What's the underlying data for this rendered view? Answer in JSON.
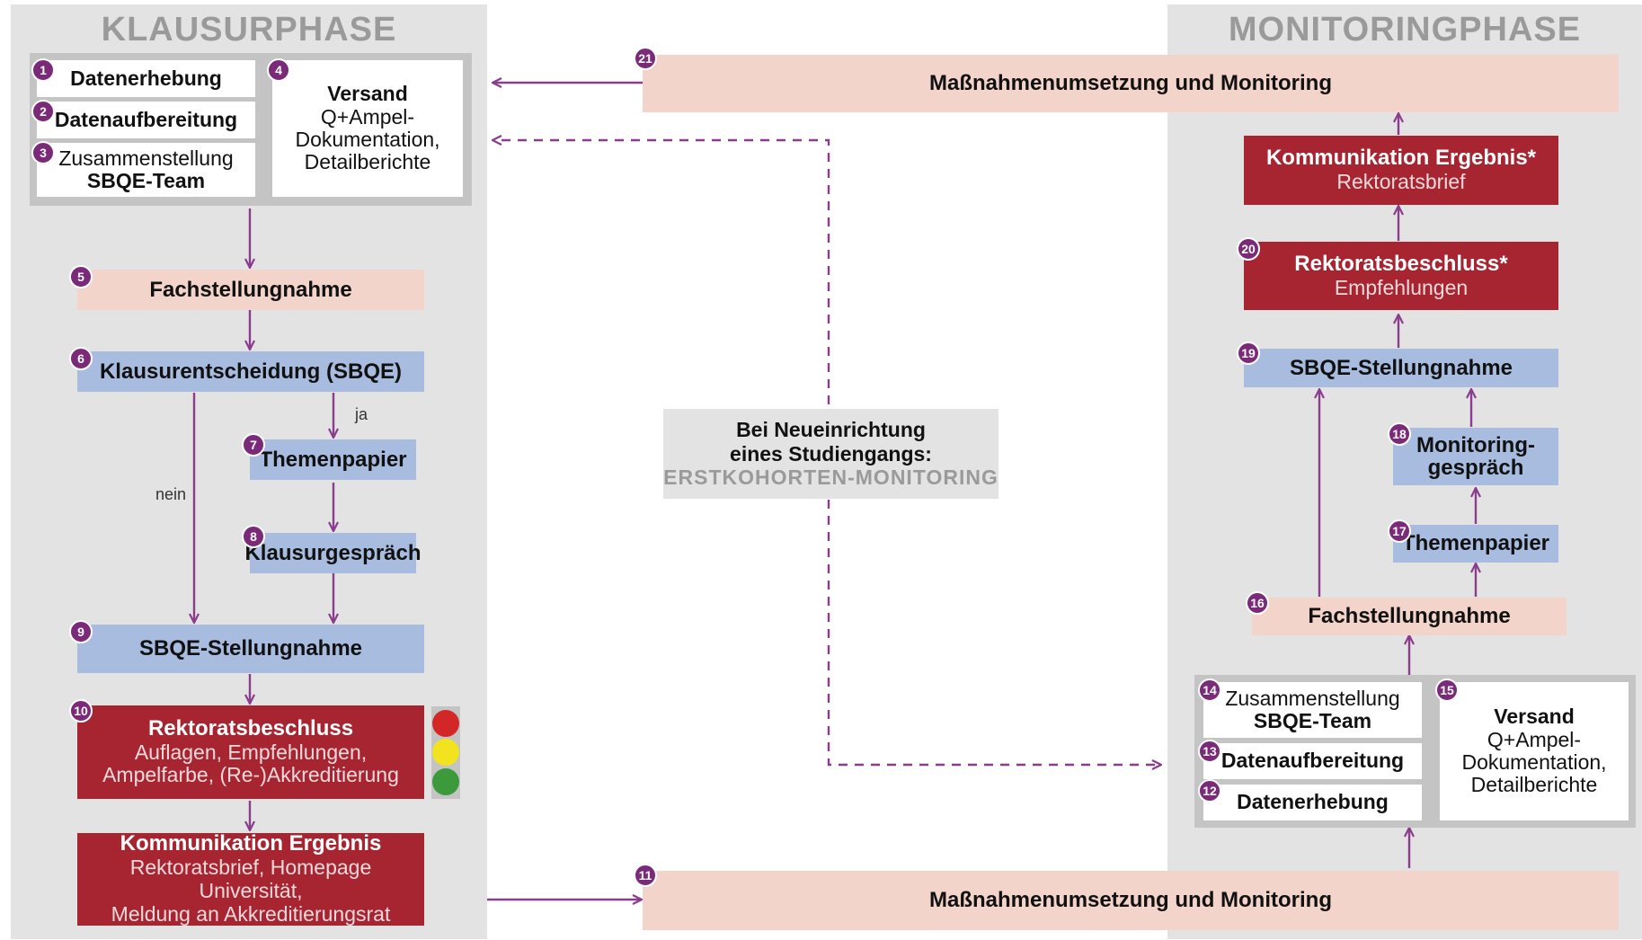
{
  "left_phase": {
    "title": "KLAUSURPHASE"
  },
  "right_phase": {
    "title": "MONITORINGPHASE"
  },
  "left": {
    "step1": {
      "num": "1",
      "label": "Datenerhebung"
    },
    "step2": {
      "num": "2",
      "label": "Datenaufbereitung"
    },
    "step3": {
      "num": "3",
      "line1": "Zusammenstellung",
      "line2": "SBQE-Team"
    },
    "step4": {
      "num": "4",
      "title": "Versand",
      "line1": "Q+Ampel-",
      "line2": "Dokumentation,",
      "line3": "Detailberichte"
    },
    "step5": {
      "num": "5",
      "label": "Fachstellungnahme"
    },
    "step6": {
      "num": "6",
      "label": "Klausurentscheidung (SBQE)"
    },
    "yes": "ja",
    "no": "nein",
    "step7": {
      "num": "7",
      "label": "Themenpapier"
    },
    "step8": {
      "num": "8",
      "label": "Klausurgespräch"
    },
    "step9": {
      "num": "9",
      "label": "SBQE-Stellungnahme"
    },
    "step10": {
      "num": "10",
      "title": "Rektoratsbeschluss",
      "line1": "Auflagen, Empfehlungen,",
      "line2": "Ampelfarbe, (Re-)Akkreditierung"
    },
    "traffic_light": {
      "colors": [
        "#d32626",
        "#f3e21e",
        "#3c9a3c"
      ]
    },
    "result": {
      "title": "Kommunikation Ergebnis",
      "line1": "Rektoratsbrief, Homepage Universität,",
      "line2": "Meldung an Akkreditierungsrat"
    }
  },
  "center": {
    "line1": "Bei Neueinrichtung",
    "line2": "eines Studiengangs:",
    "line3": "ERSTKOHORTEN-MONITORING"
  },
  "bars": {
    "top": {
      "num": "21",
      "label": "Maßnahmenumsetzung und Monitoring"
    },
    "bottom": {
      "num": "11",
      "label": "Maßnahmenumsetzung und Monitoring"
    }
  },
  "right": {
    "result": {
      "title": "Kommunikation Ergebnis*",
      "line1": "Rektoratsbrief"
    },
    "step20": {
      "num": "20",
      "title": "Rektoratsbeschluss*",
      "line1": "Empfehlungen"
    },
    "step19": {
      "num": "19",
      "label": "SBQE-Stellungnahme"
    },
    "step18": {
      "num": "18",
      "line1": "Monitoring-",
      "line2": "gespräch"
    },
    "step17": {
      "num": "17",
      "label": "Themenpapier"
    },
    "step16": {
      "num": "16",
      "label": "Fachstellungnahme"
    },
    "step14": {
      "num": "14",
      "line1": "Zusammenstellung",
      "line2": "SBQE-Team"
    },
    "step13": {
      "num": "13",
      "label": "Datenaufbereitung"
    },
    "step12": {
      "num": "12",
      "label": "Datenerhebung"
    },
    "step15": {
      "num": "15",
      "title": "Versand",
      "line1": "Q+Ampel-",
      "line2": "Dokumentation,",
      "line3": "Detailberichte"
    }
  },
  "colors": {
    "arrow": "#8a3d8c",
    "red": "#a72531",
    "blue": "#a7bcdf",
    "pink": "#f2d4ca",
    "badge": "#7a2a78"
  }
}
